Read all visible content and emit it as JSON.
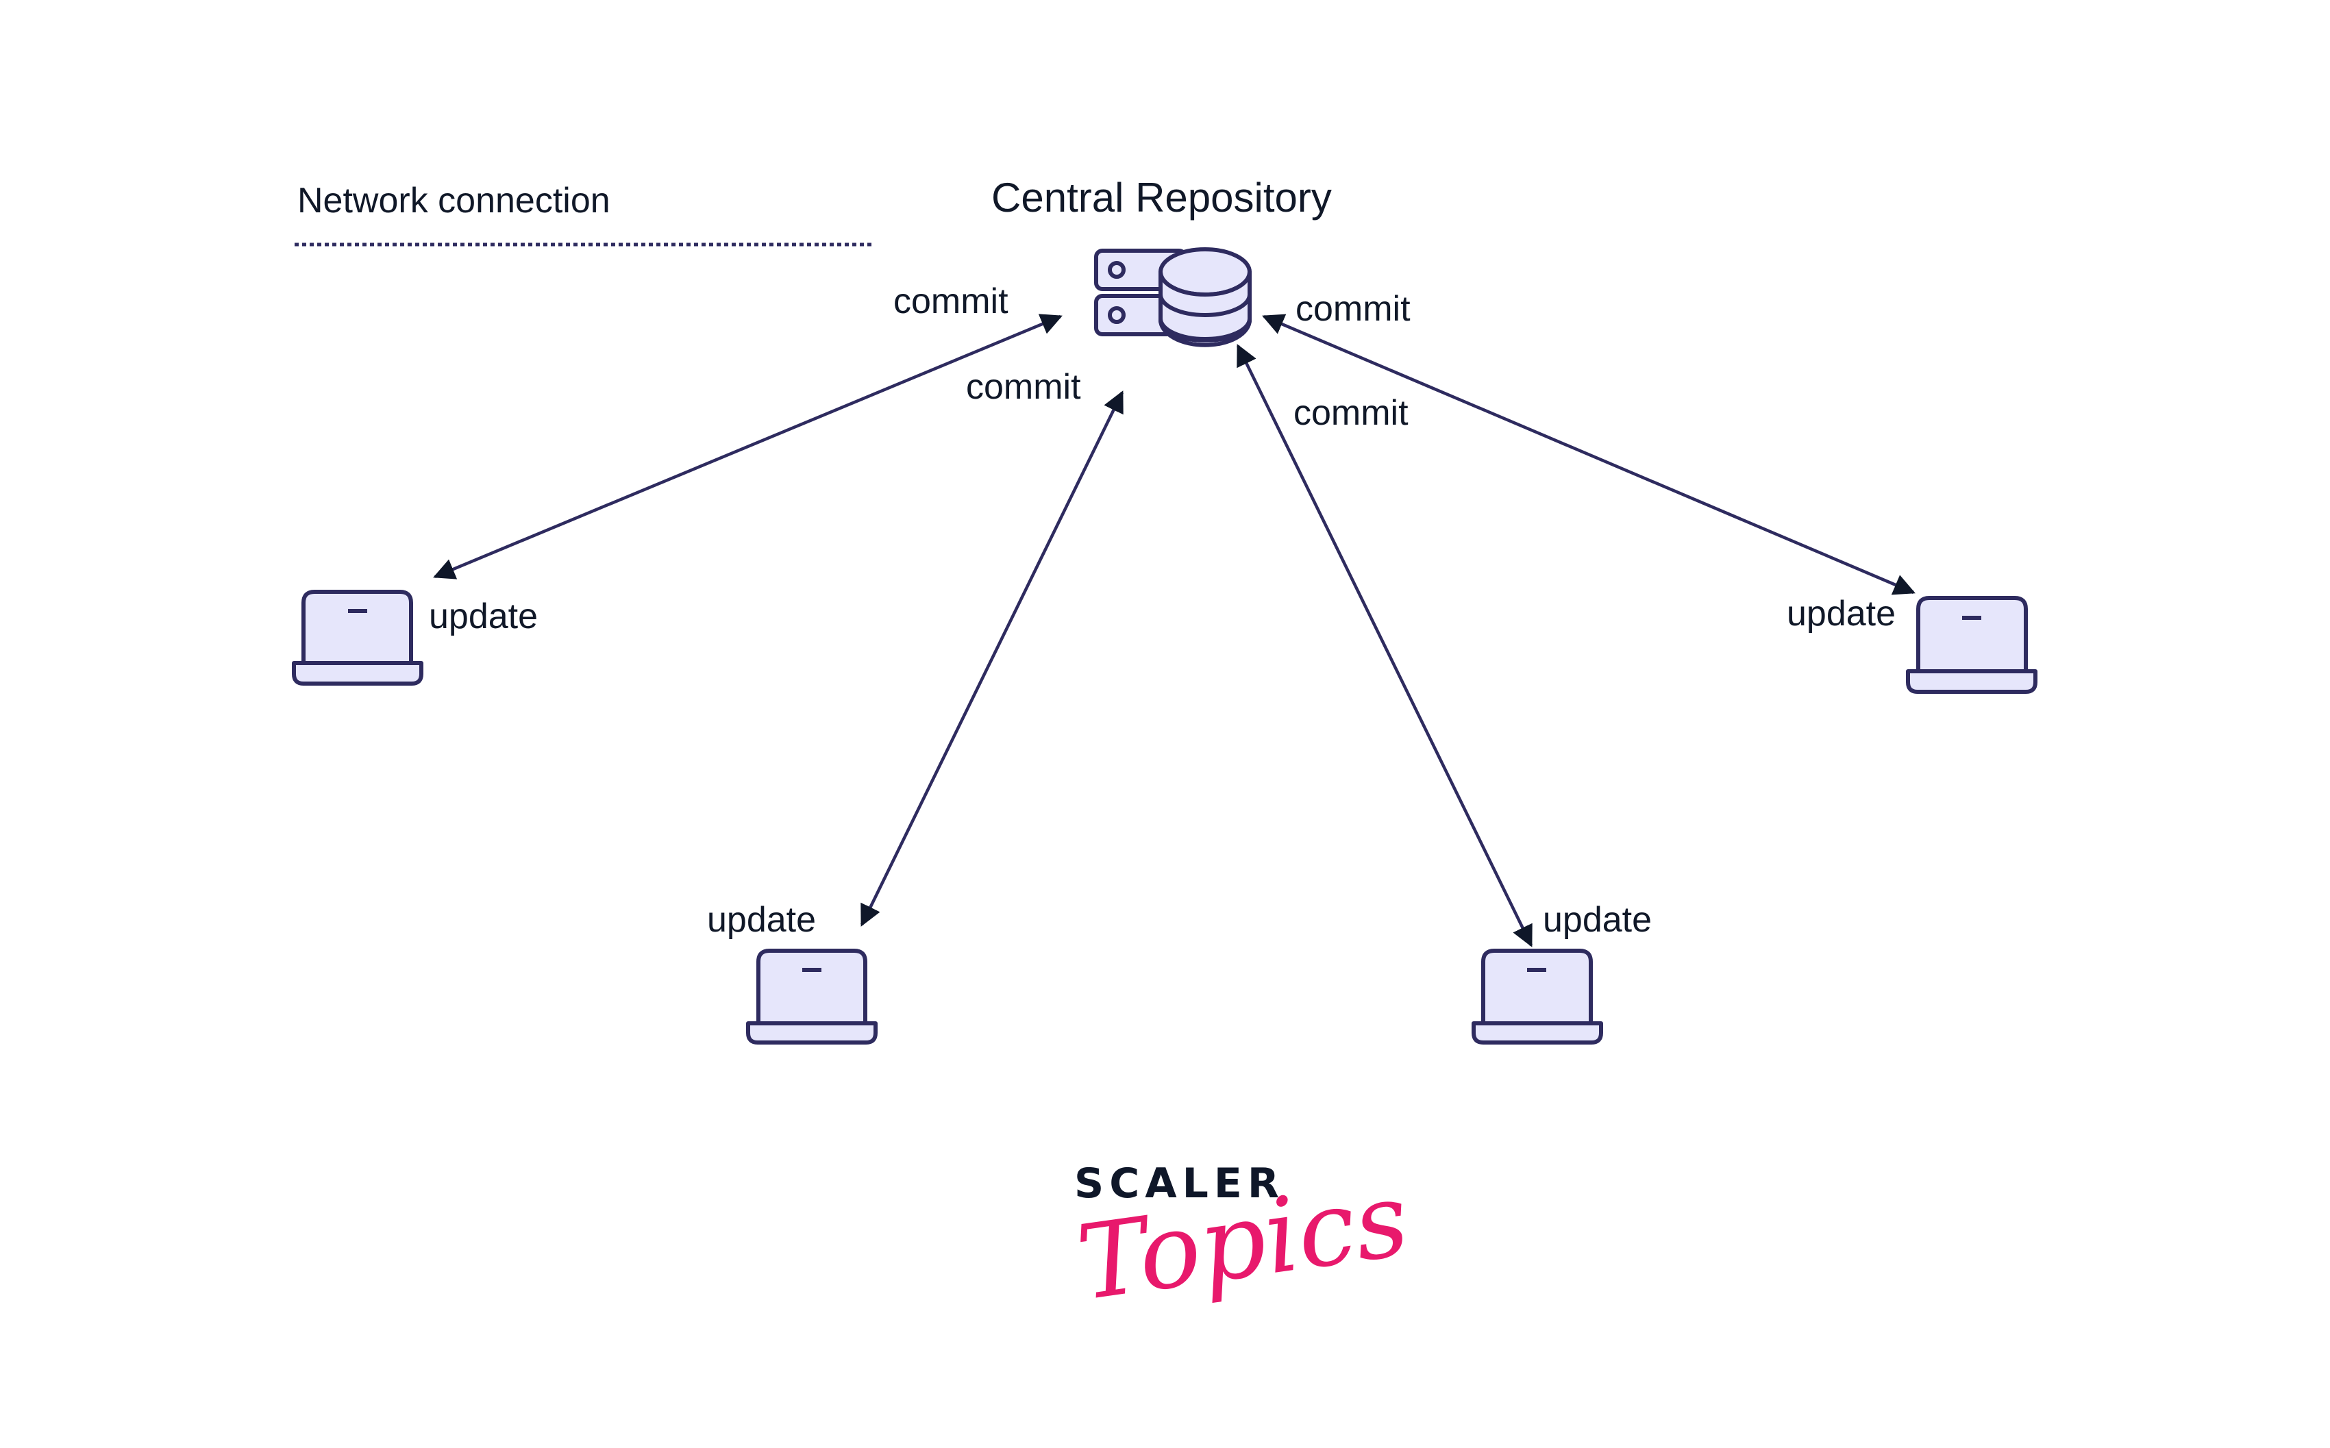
{
  "legend": {
    "label": "Network connection",
    "line_style": "dashed"
  },
  "repository": {
    "title": "Central Repository",
    "icon": "database-server-icon"
  },
  "edge_labels": {
    "commit_left": "commit",
    "commit_center_left": "commit",
    "commit_right": "commit",
    "commit_center_right": "commit",
    "update_left": "update",
    "update_bottom_left": "update",
    "update_bottom_right": "update",
    "update_right": "update"
  },
  "clients": [
    {
      "id": "client-left",
      "icon": "laptop-icon",
      "label": "update"
    },
    {
      "id": "client-bottom-left",
      "icon": "laptop-icon",
      "label": "update"
    },
    {
      "id": "client-bottom-right",
      "icon": "laptop-icon",
      "label": "update"
    },
    {
      "id": "client-right",
      "icon": "laptop-icon",
      "label": "update"
    }
  ],
  "connections": [
    {
      "from": "client-left",
      "to": "repository",
      "direction": "bidirectional",
      "up_label": "commit",
      "down_label": "update"
    },
    {
      "from": "client-bottom-left",
      "to": "repository",
      "direction": "bidirectional",
      "up_label": "commit",
      "down_label": "update"
    },
    {
      "from": "client-bottom-right",
      "to": "repository",
      "direction": "bidirectional",
      "up_label": "commit",
      "down_label": "update"
    },
    {
      "from": "client-right",
      "to": "repository",
      "direction": "bidirectional",
      "up_label": "commit",
      "down_label": "update"
    }
  ],
  "logo": {
    "line1": "SCALER",
    "line2": "Topics",
    "colors": {
      "primary": "#0f1729",
      "accent": "#e8196c"
    }
  },
  "colors": {
    "stroke": "#2e2b5f",
    "icon_fill": "#e6e6fb",
    "text": "#101828",
    "background": "#ffffff"
  }
}
